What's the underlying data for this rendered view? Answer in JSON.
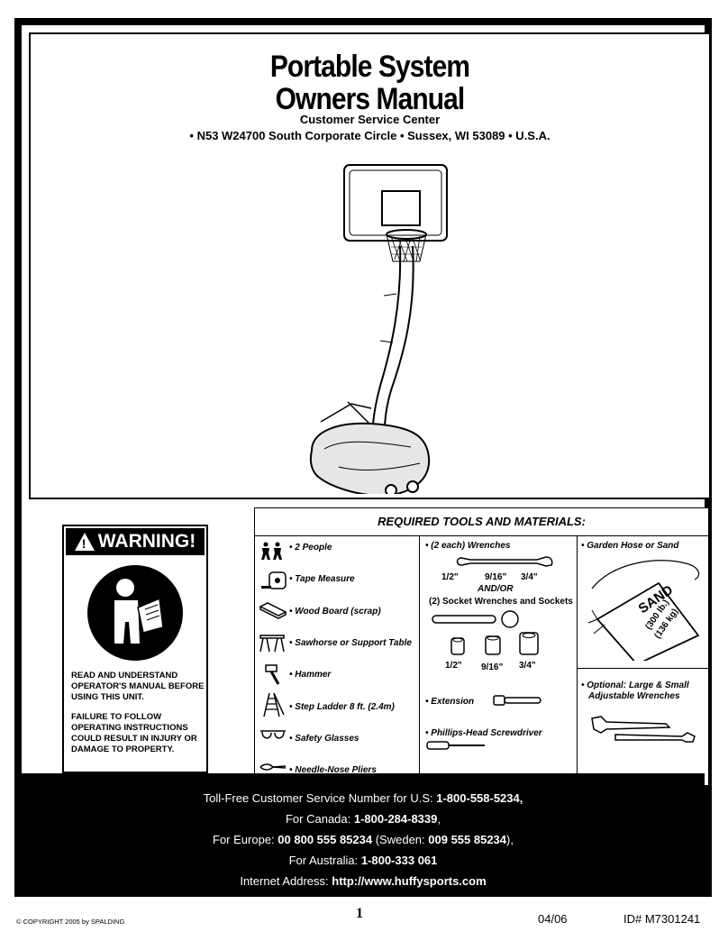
{
  "title": {
    "line1": "Portable System",
    "line2": "Owners Manual"
  },
  "customer_service": {
    "line1": "Customer Service Center",
    "line2": "• N53 W24700 South Corporate Circle • Sussex, WI 53089 • U.S.A."
  },
  "warning": {
    "heading": "WARNING!",
    "paragraph1": "READ AND UNDERSTAND OPERATOR'S MANUAL BEFORE USING THIS UNIT.",
    "paragraph2": "FAILURE TO FOLLOW OPERATING INSTRUCTIONS COULD RESULT IN INJURY OR DAMAGE TO PROPERTY."
  },
  "tools": {
    "heading": "REQUIRED TOOLS AND MATERIALS:",
    "col1": [
      {
        "label": "• 2 People",
        "icon": "people-icon"
      },
      {
        "label": "• Tape Measure",
        "icon": "tape-measure-icon"
      },
      {
        "label": "• Wood Board (scrap)",
        "icon": "wood-board-icon"
      },
      {
        "label": "• Sawhorse or Support Table",
        "icon": "sawhorse-icon"
      },
      {
        "label": "• Hammer",
        "icon": "hammer-icon"
      },
      {
        "label": "• Step Ladder 8 ft. (2.4m)",
        "icon": "ladder-icon"
      },
      {
        "label": "• Safety Glasses",
        "icon": "safety-glasses-icon"
      },
      {
        "label": "• Needle-Nose Pliers",
        "icon": "pliers-icon"
      }
    ],
    "col2": {
      "wrenches": "• (2 each) Wrenches",
      "wrench_sizes": [
        "1/2\"",
        "9/16\"",
        "3/4\""
      ],
      "andor": "AND/OR",
      "sockets": "(2) Socket Wrenches and Sockets",
      "socket_sizes": [
        "1/2\"",
        "9/16\"",
        "3/4\""
      ],
      "extension": "• Extension",
      "screwdriver": "• Phillips-Head Screwdriver"
    },
    "col3": {
      "hose_sand": "• Garden Hose or Sand",
      "sand_bag_text": "SAND",
      "sand_bag_weight1": "(300 lb.)",
      "sand_bag_weight2": "(136 kg)",
      "optional_line1": "• Optional: Large & Small",
      "optional_line2": "Adjustable Wrenches"
    }
  },
  "contact": {
    "us_label": "Toll-Free Customer Service Number for U.S: ",
    "us_number": "1-800-558-5234,",
    "canada_label": "For Canada:  ",
    "canada_number": "1-800-284-8339",
    "canada_suffix": ",",
    "europe_label": "For Europe: ",
    "europe_number": "00 800 555 85234",
    "sweden_label": " (Sweden: ",
    "sweden_number": "009 555 85234",
    "sweden_suffix": "),",
    "australia_label": "For Australia: ",
    "australia_number": "1-800-333 061",
    "internet_label": "Internet Address: ",
    "internet_url": "http://www.huffysports.com"
  },
  "footer": {
    "copyright": "© COPYRIGHT 2005 by SPALDING",
    "page": "1",
    "date": "04/06",
    "id": "ID#   M7301241"
  }
}
